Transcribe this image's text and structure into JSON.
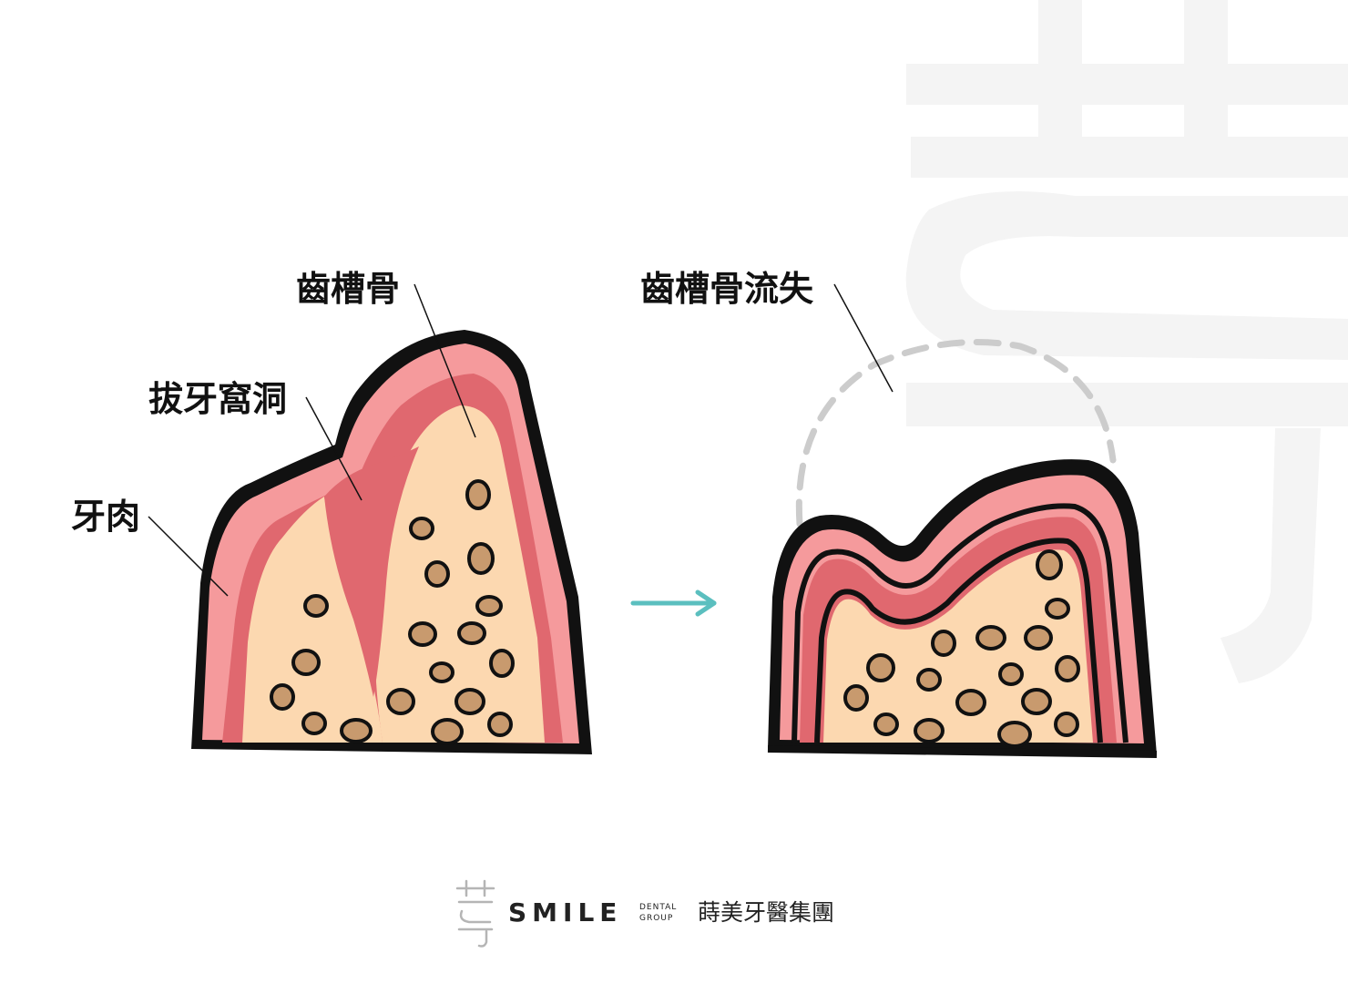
{
  "labels": {
    "alveolar_bone": "齒槽骨",
    "extraction_socket": "拔牙窩洞",
    "gum": "牙肉",
    "bone_loss": "齒槽骨流失"
  },
  "footer": {
    "brand": "SMILE",
    "sub_line1": "DENTAL",
    "sub_line2": "GROUP",
    "company": "蒔美牙醫集團"
  },
  "colors": {
    "outline": "#111111",
    "gum_light": "#f59a9c",
    "gum_dark": "#e0686f",
    "bone": "#fcd8b0",
    "bone_spot": "#c89a6e",
    "arrow": "#5bbfbf",
    "dashed_outline": "#cccccc",
    "watermark": "#f4f4f4"
  },
  "icons": {
    "logo": "smile-logo-icon",
    "arrow": "right-arrow-icon"
  }
}
